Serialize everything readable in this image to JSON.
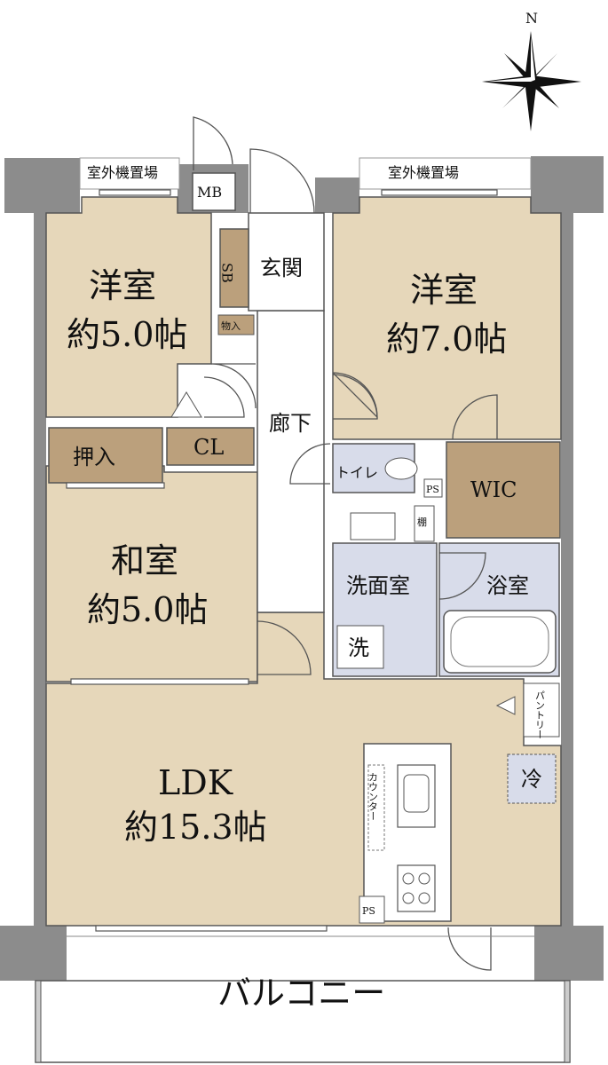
{
  "compass": {
    "north": "N"
  },
  "rooms": {
    "western_room_1": {
      "name": "洋室",
      "size": "約5.0帖"
    },
    "western_room_2": {
      "name": "洋室",
      "size": "約7.0帖"
    },
    "japanese_room": {
      "name": "和室",
      "size": "約5.0帖"
    },
    "ldk": {
      "name": "LDK",
      "size": "約15.3帖"
    },
    "entrance": "玄関",
    "hallway": "廊下",
    "toilet": "トイレ",
    "wic": "WIC",
    "washroom": "洗面室",
    "bathroom": "浴室",
    "closet_oshiire": "押入",
    "closet_cl": "CL",
    "shoe_box": "SB",
    "storage": "物入",
    "meter_box": "MB",
    "balcony": "バルコニー",
    "outdoor_unit_left": "室外機置場",
    "outdoor_unit_right": "室外機置場",
    "shelf": "棚",
    "washer": "洗",
    "pantry": "パントリー",
    "fridge": "冷",
    "counter": "カウンター",
    "ps_1": "PS",
    "ps_2": "PS"
  },
  "colors": {
    "room_tan": "#e6d7ba",
    "closet_brown": "#bba07c",
    "wet_blue": "#d8dcea",
    "wall_gray": "#8c8c8c",
    "floor_white": "#ffffff"
  }
}
